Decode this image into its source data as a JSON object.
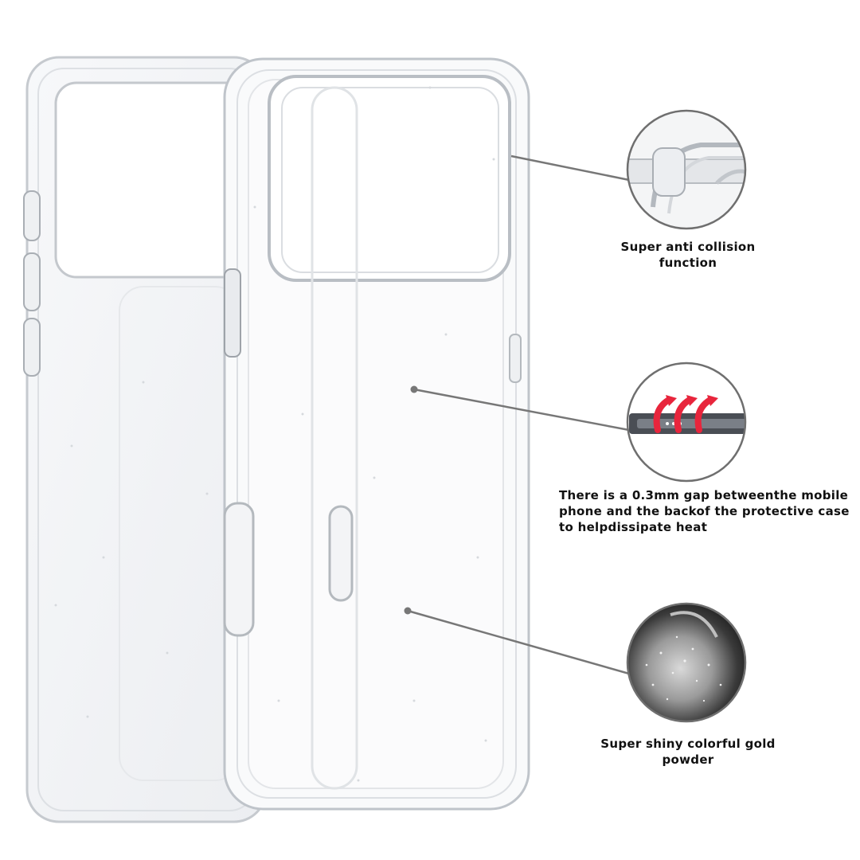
{
  "features": [
    {
      "id": "collision",
      "caption": "Super anti collision function",
      "icon": "case-corner-closeup"
    },
    {
      "id": "gap",
      "caption_lines": [
        "There is a 0.3mm gap betweenthe mobile",
        "phone and the backof the protective case",
        "to helpdissipate heat"
      ],
      "icon": "heat-dissipation-arrows"
    },
    {
      "id": "glitter",
      "caption_lines": [
        "Super shiny colorful gold",
        "powder"
      ],
      "icon": "glitter-powder-closeup"
    }
  ],
  "colors": {
    "callout_line": "#777777",
    "circle_border": "#6f6f6f",
    "case_edge": "#c9cdd2",
    "heat_arrow": "#e8253c"
  }
}
